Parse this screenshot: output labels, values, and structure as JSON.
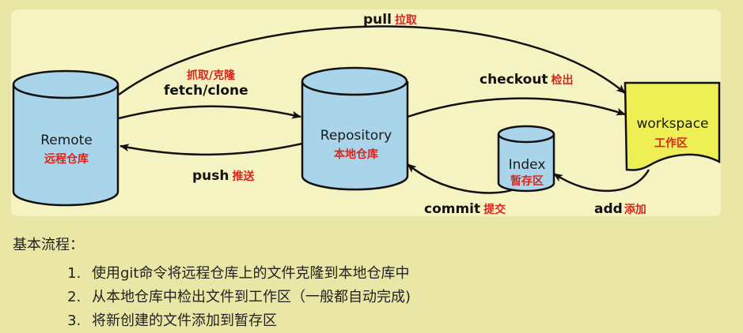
{
  "diagram": {
    "nodes": {
      "remote": {
        "en": "Remote",
        "cn": "远程仓库"
      },
      "repository": {
        "en": "Repository",
        "cn": "本地仓库"
      },
      "index": {
        "en": "Index",
        "cn": "暂存区"
      },
      "workspace": {
        "en": "workspace",
        "cn": "工作区"
      }
    },
    "edges": {
      "pull": {
        "en": "pull",
        "cn": "拉取"
      },
      "fetch": {
        "cn": "抓取/克隆",
        "en": "fetch/clone"
      },
      "checkout": {
        "en": "checkout",
        "cn": "检出"
      },
      "push": {
        "en": "push",
        "cn": "推送"
      },
      "commit": {
        "en": "commit",
        "cn": "提交"
      },
      "add": {
        "en": "add",
        "cn": "添加"
      }
    },
    "colors": {
      "panel": "#f6f3c2",
      "cylinder": "#a9d4e9",
      "workspace": "#eeee55",
      "label_cn": "#d8261f"
    }
  },
  "notes": {
    "heading": "基本流程：",
    "steps": [
      "使用git命令将远程仓库上的文件克隆到本地仓库中",
      "从本地仓库中检出文件到工作区（一般都自动完成)",
      "将新创建的文件添加到暂存区"
    ]
  }
}
